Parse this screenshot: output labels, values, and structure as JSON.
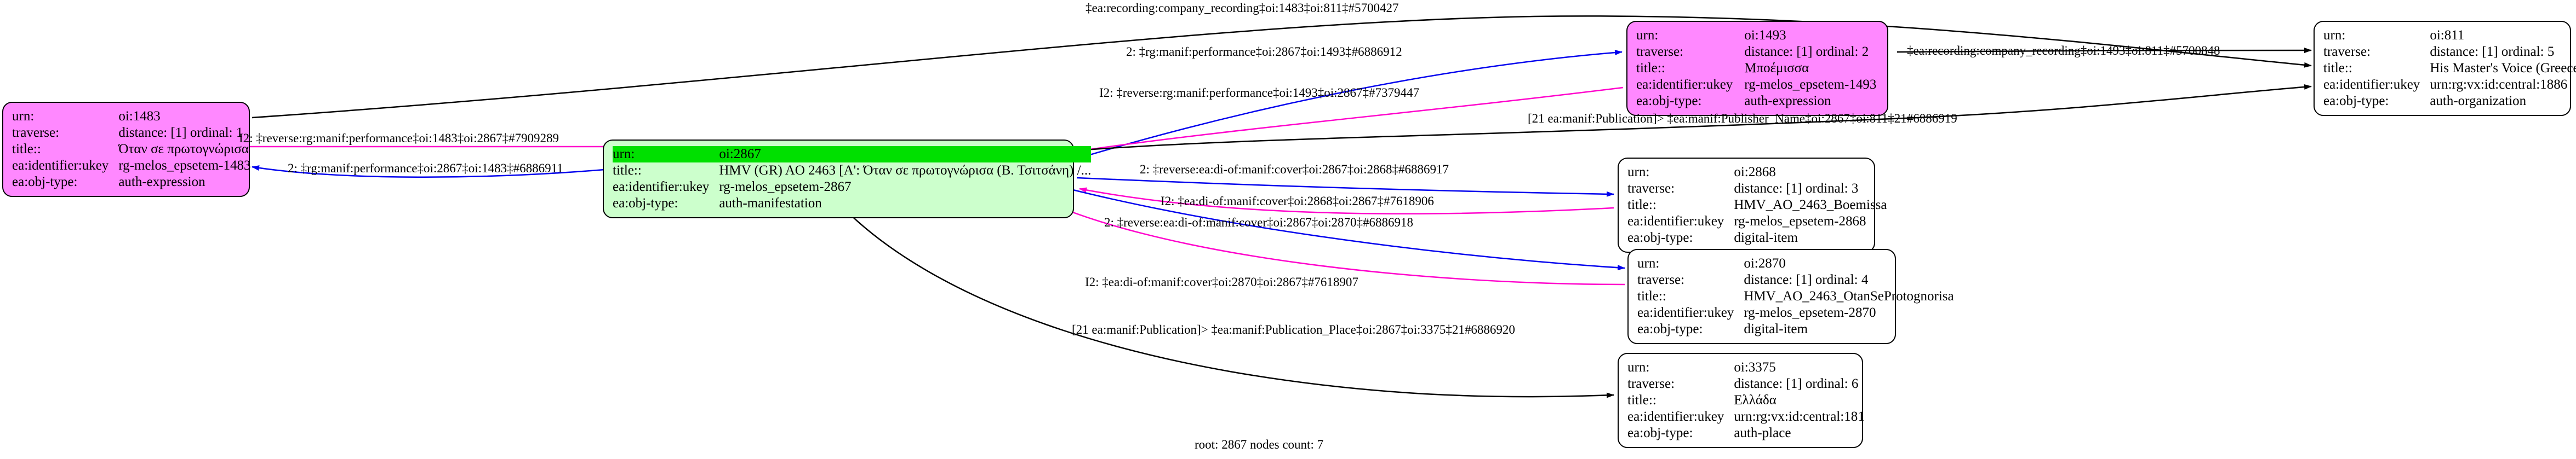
{
  "graph": {
    "footer": "root: 2867 nodes count: 7",
    "colors": {
      "node_focus_fill": "#ccffcc",
      "node_focus_highlight": "#00e000",
      "node_expression_fill": "#ff88ff",
      "node_default_fill": "#ffffff",
      "edge_black": "#000000",
      "edge_blue": "#0000ee",
      "edge_magenta": "#ff00cc"
    },
    "field_labels": {
      "urn": "urn:",
      "traverse": "traverse:",
      "title": "title::",
      "ukey": "ea:identifier:ukey",
      "objtype": "ea:obj-type:"
    },
    "nodes": [
      {
        "id": "oi1483",
        "fill": "magenta",
        "urn": "oi:1483",
        "traverse": "distance: [1]     ordinal: 1",
        "title": "Όταν σε πρωτογνώρισα",
        "ukey": "rg-melos_epsetem-1483",
        "objtype": "auth-expression"
      },
      {
        "id": "oi2867",
        "fill": "green",
        "urn": "oi:2867",
        "title": "HMV (GR) AO 2463 [A': Όταν σε πρωτογνώρισα (Β. Τσιτσάνη) /...",
        "ukey": "rg-melos_epsetem-2867",
        "objtype": "auth-manifestation"
      },
      {
        "id": "oi1493",
        "fill": "magenta",
        "urn": "oi:1493",
        "traverse": "distance: [1]     ordinal: 2",
        "title": "Μποέμισσα",
        "ukey": "rg-melos_epsetem-1493",
        "objtype": "auth-expression"
      },
      {
        "id": "oi811",
        "fill": "white",
        "urn": "oi:811",
        "traverse": "distance: [1]     ordinal: 5",
        "title": "His Master's Voice (Greece)",
        "ukey": "urn:rg:vx:id:central:1886",
        "objtype": "auth-organization"
      },
      {
        "id": "oi2868",
        "fill": "white",
        "urn": "oi:2868",
        "traverse": "distance: [1]     ordinal: 3",
        "title": "HMV_AO_2463_Boemissa",
        "ukey": "rg-melos_epsetem-2868",
        "objtype": "digital-item"
      },
      {
        "id": "oi2870",
        "fill": "white",
        "urn": "oi:2870",
        "traverse": "distance: [1]     ordinal: 4",
        "title": "HMV_AO_2463_OtanSeProtognorisa",
        "ukey": "rg-melos_epsetem-2870",
        "objtype": "digital-item"
      },
      {
        "id": "oi3375",
        "fill": "white",
        "urn": "oi:3375",
        "traverse": "distance: [1]     ordinal: 6",
        "title": "Ελλάδα",
        "ukey": "urn:rg:vx:id:central:181",
        "objtype": "auth-place"
      }
    ],
    "edge_labels": [
      {
        "id": "e1",
        "text": "‡ea:recording:company_recording‡oi:1483‡oi:811‡#5700427"
      },
      {
        "id": "e2",
        "text": "2: ‡rg:manif:performance‡oi:2867‡oi:1493‡#6886912"
      },
      {
        "id": "e3",
        "text": "I2: ‡reverse:rg:manif:performance‡oi:1493‡oi:2867‡#7379447"
      },
      {
        "id": "e4",
        "text": "‡ea:recording:company_recording‡oi:1493‡oi:811‡#5700848"
      },
      {
        "id": "e5",
        "text": "[21 ea:manif:Publication]> ‡ea:manif:Publisher_Name‡oi:2867‡oi:811‡21#6886919"
      },
      {
        "id": "e6",
        "text": "I2: ‡reverse:rg:manif:performance‡oi:1483‡oi:2867‡#7909289"
      },
      {
        "id": "e7",
        "text": "2: ‡rg:manif:performance‡oi:2867‡oi:1483‡#6886911"
      },
      {
        "id": "e8",
        "text": "2: ‡reverse:ea:di-of:manif:cover‡oi:2867‡oi:2868‡#6886917"
      },
      {
        "id": "e9",
        "text": "I2: ‡ea:di-of:manif:cover‡oi:2868‡oi:2867‡#7618906"
      },
      {
        "id": "e10",
        "text": "2: ‡reverse:ea:di-of:manif:cover‡oi:2867‡oi:2870‡#6886918"
      },
      {
        "id": "e11",
        "text": "I2: ‡ea:di-of:manif:cover‡oi:2870‡oi:2867‡#7618907"
      },
      {
        "id": "e12",
        "text": "[21 ea:manif:Publication]> ‡ea:manif:Publication_Place‡oi:2867‡oi:3375‡21#6886920"
      }
    ]
  }
}
